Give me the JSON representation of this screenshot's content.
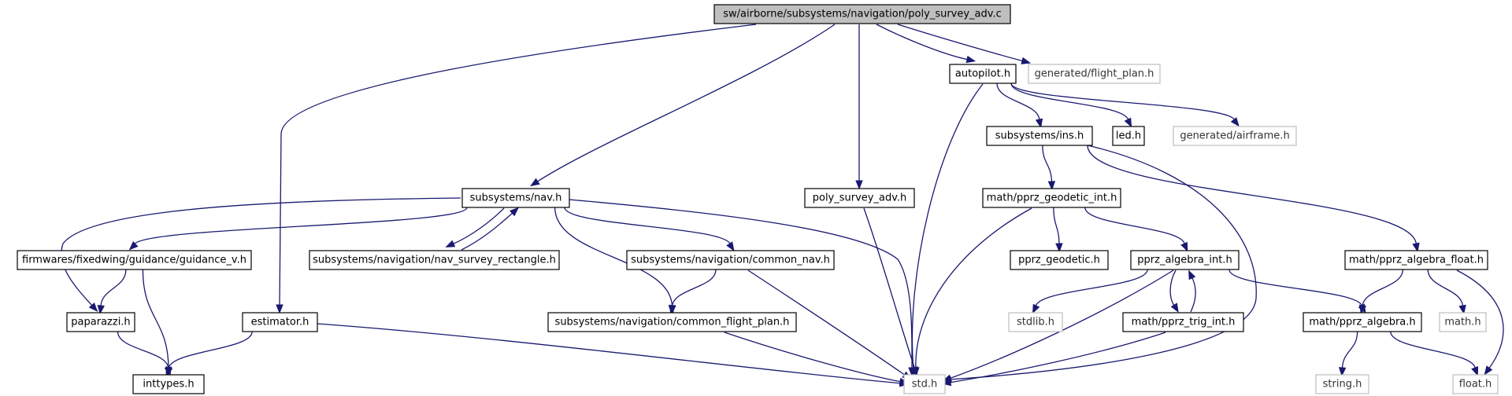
{
  "nodes": [
    {
      "id": "root",
      "label": "sw/airborne/subsystems/navigation/poly_survey_adv.c",
      "kind": "root"
    },
    {
      "id": "flight_plan",
      "label": "generated/flight_plan.h",
      "kind": "missing"
    },
    {
      "id": "autopilot",
      "label": "autopilot.h",
      "kind": "normal"
    },
    {
      "id": "nav",
      "label": "subsystems/nav.h",
      "kind": "normal"
    },
    {
      "id": "polyadv",
      "label": "poly_survey_adv.h",
      "kind": "normal"
    },
    {
      "id": "ins",
      "label": "subsystems/ins.h",
      "kind": "normal"
    },
    {
      "id": "led",
      "label": "led.h",
      "kind": "normal"
    },
    {
      "id": "airframe",
      "label": "generated/airframe.h",
      "kind": "missing"
    },
    {
      "id": "geodint",
      "label": "math/pprz_geodetic_int.h",
      "kind": "normal"
    },
    {
      "id": "guidv",
      "label": "firmwares/fixedwing/guidance/guidance_v.h",
      "kind": "normal"
    },
    {
      "id": "navsurvey",
      "label": "subsystems/navigation/nav_survey_rectangle.h",
      "kind": "normal"
    },
    {
      "id": "commonnav",
      "label": "subsystems/navigation/common_nav.h",
      "kind": "normal"
    },
    {
      "id": "geodetic",
      "label": "pprz_geodetic.h",
      "kind": "normal"
    },
    {
      "id": "algint",
      "label": "pprz_algebra_int.h",
      "kind": "normal"
    },
    {
      "id": "algfloat",
      "label": "math/pprz_algebra_float.h",
      "kind": "normal"
    },
    {
      "id": "paparazzi",
      "label": "paparazzi.h",
      "kind": "normal"
    },
    {
      "id": "estimator",
      "label": "estimator.h",
      "kind": "normal"
    },
    {
      "id": "commonfp",
      "label": "subsystems/navigation/common_flight_plan.h",
      "kind": "normal"
    },
    {
      "id": "stdlib",
      "label": "stdlib.h",
      "kind": "missing"
    },
    {
      "id": "trigint",
      "label": "math/pprz_trig_int.h",
      "kind": "normal"
    },
    {
      "id": "algebra",
      "label": "math/pprz_algebra.h",
      "kind": "normal"
    },
    {
      "id": "mathh",
      "label": "math.h",
      "kind": "missing"
    },
    {
      "id": "inttypes",
      "label": "inttypes.h",
      "kind": "normal"
    },
    {
      "id": "std",
      "label": "std.h",
      "kind": "missing"
    },
    {
      "id": "string",
      "label": "string.h",
      "kind": "missing"
    },
    {
      "id": "float",
      "label": "float.h",
      "kind": "missing"
    }
  ],
  "edges": [
    {
      "from": "root",
      "to": "flight_plan"
    },
    {
      "from": "root",
      "to": "autopilot"
    },
    {
      "from": "root",
      "to": "nav"
    },
    {
      "from": "root",
      "to": "polyadv"
    },
    {
      "from": "root",
      "to": "estimator"
    },
    {
      "from": "autopilot",
      "to": "ins"
    },
    {
      "from": "autopilot",
      "to": "led"
    },
    {
      "from": "autopilot",
      "to": "airframe"
    },
    {
      "from": "autopilot",
      "to": "std"
    },
    {
      "from": "ins",
      "to": "geodint"
    },
    {
      "from": "ins",
      "to": "algfloat"
    },
    {
      "from": "ins",
      "to": "std"
    },
    {
      "from": "nav",
      "to": "guidv"
    },
    {
      "from": "nav",
      "to": "navsurvey"
    },
    {
      "from": "navsurvey",
      "to": "nav"
    },
    {
      "from": "nav",
      "to": "commonnav"
    },
    {
      "from": "nav",
      "to": "commonfp"
    },
    {
      "from": "nav",
      "to": "paparazzi"
    },
    {
      "from": "nav",
      "to": "std"
    },
    {
      "from": "polyadv",
      "to": "std"
    },
    {
      "from": "guidv",
      "to": "paparazzi"
    },
    {
      "from": "guidv",
      "to": "inttypes"
    },
    {
      "from": "commonnav",
      "to": "commonfp"
    },
    {
      "from": "commonnav",
      "to": "std"
    },
    {
      "from": "geodint",
      "to": "geodetic"
    },
    {
      "from": "geodint",
      "to": "algint"
    },
    {
      "from": "geodint",
      "to": "std"
    },
    {
      "from": "algint",
      "to": "stdlib"
    },
    {
      "from": "algint",
      "to": "trigint"
    },
    {
      "from": "trigint",
      "to": "algint"
    },
    {
      "from": "algint",
      "to": "algebra"
    },
    {
      "from": "algint",
      "to": "std"
    },
    {
      "from": "trigint",
      "to": "std"
    },
    {
      "from": "algfloat",
      "to": "algebra"
    },
    {
      "from": "algfloat",
      "to": "mathh"
    },
    {
      "from": "algfloat",
      "to": "float"
    },
    {
      "from": "algebra",
      "to": "string"
    },
    {
      "from": "algebra",
      "to": "float"
    },
    {
      "from": "paparazzi",
      "to": "inttypes"
    },
    {
      "from": "estimator",
      "to": "inttypes"
    },
    {
      "from": "estimator",
      "to": "std"
    },
    {
      "from": "commonfp",
      "to": "std"
    }
  ],
  "colors": {
    "edge": "#191970",
    "node_border": "#000000",
    "missing_border": "#bfbfbf",
    "root_fill": "#bfbfbf"
  }
}
